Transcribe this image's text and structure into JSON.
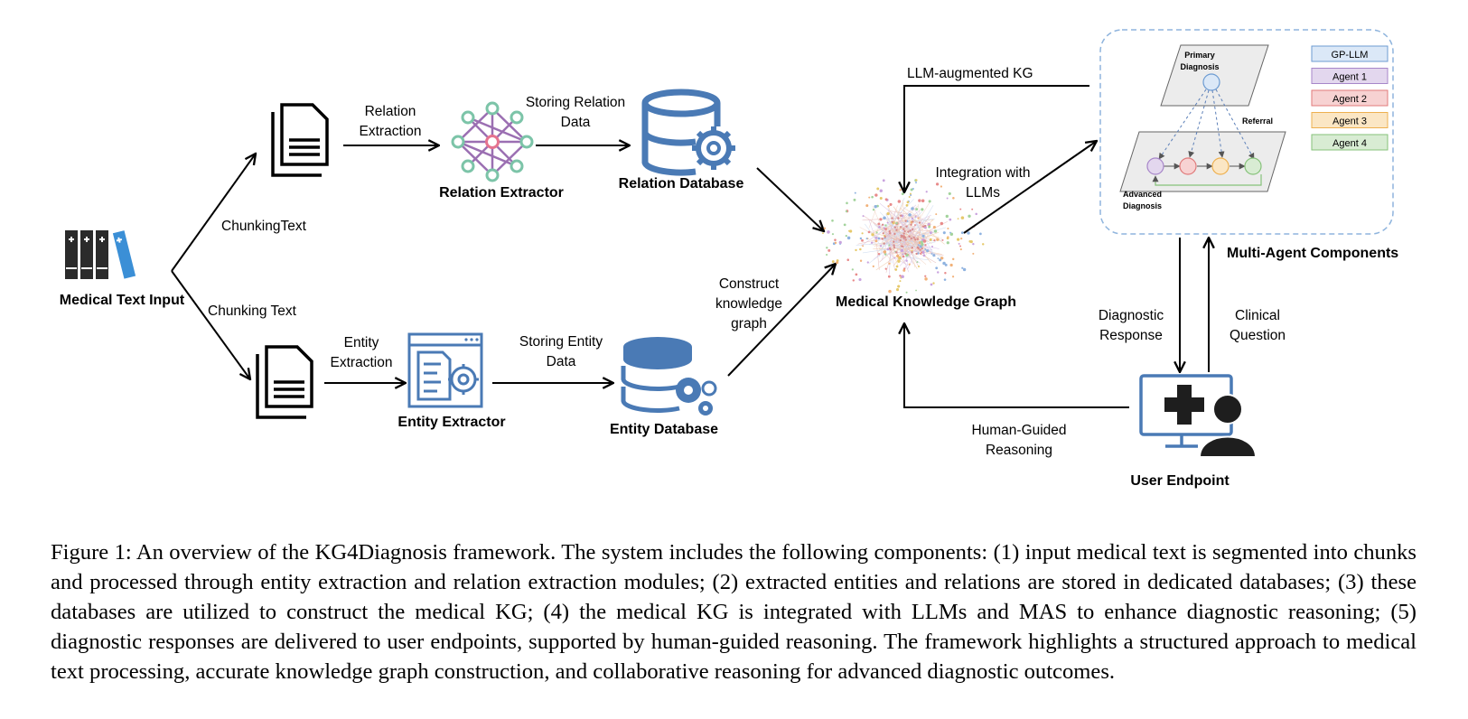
{
  "diagram": {
    "nodes": {
      "input": "Medical Text Input",
      "relation_extractor": "Relation Extractor",
      "relation_db": "Relation Database",
      "entity_extractor": "Entity Extractor",
      "entity_db": "Entity Database",
      "kg": "Medical Knowledge Graph",
      "mas": "Multi-Agent Components",
      "user": "User Endpoint"
    },
    "edges": {
      "chunk_top": "ChunkingText",
      "chunk_bottom": "Chunking Text",
      "relation_extraction": [
        "Relation",
        "Extraction"
      ],
      "storing_relation": [
        "Storing Relation",
        "Data"
      ],
      "entity_extraction": [
        "Entity",
        "Extraction"
      ],
      "storing_entity": [
        "Storing Entity",
        "Data"
      ],
      "construct_kg": [
        "Construct",
        "knowledge",
        "graph"
      ],
      "integration": [
        "Integration with",
        "LLMs"
      ],
      "llm_augmented": "LLM-augmented KG",
      "diagnostic_response": [
        "Diagnostic",
        "Response"
      ],
      "clinical_question": [
        "Clinical",
        "Question"
      ],
      "human_guided": [
        "Human-Guided",
        "Reasoning"
      ]
    },
    "mas_panel": {
      "primary": [
        "Primary",
        "Diagnosis"
      ],
      "advanced": [
        "Advanced",
        "Diagnosis"
      ],
      "referral": "Referral",
      "legend": [
        {
          "label": "GP-LLM",
          "fill": "#dbe8f7",
          "stroke": "#6c9bd2"
        },
        {
          "label": "Agent 1",
          "fill": "#e3d7ee",
          "stroke": "#a786c9"
        },
        {
          "label": "Agent 2",
          "fill": "#f7d2d2",
          "stroke": "#e07a7a"
        },
        {
          "label": "Agent 3",
          "fill": "#fbe6c4",
          "stroke": "#eeb04f"
        },
        {
          "label": "Agent 4",
          "fill": "#d8ecd3",
          "stroke": "#86c27a"
        }
      ]
    },
    "colors": {
      "icon_blue": "#4a7ab5",
      "relation_green": "#7cc4a8",
      "relation_purple": "#9b6fb2",
      "relation_pink": "#e5738f"
    }
  },
  "caption": "Figure 1: An overview of the KG4Diagnosis framework. The system includes the following components: (1) input medical text is segmented into chunks and processed through entity extraction and relation extraction modules; (2) extracted entities and relations are stored in dedicated databases; (3) these databases are utilized to construct the medical KG; (4) the medical KG is integrated with LLMs and MAS to enhance diagnostic reasoning; (5) diagnostic responses are delivered to user endpoints, supported by human-guided reasoning. The framework highlights a structured approach to medical text processing, accurate knowledge graph construction, and collaborative reasoning for advanced diagnostic outcomes."
}
